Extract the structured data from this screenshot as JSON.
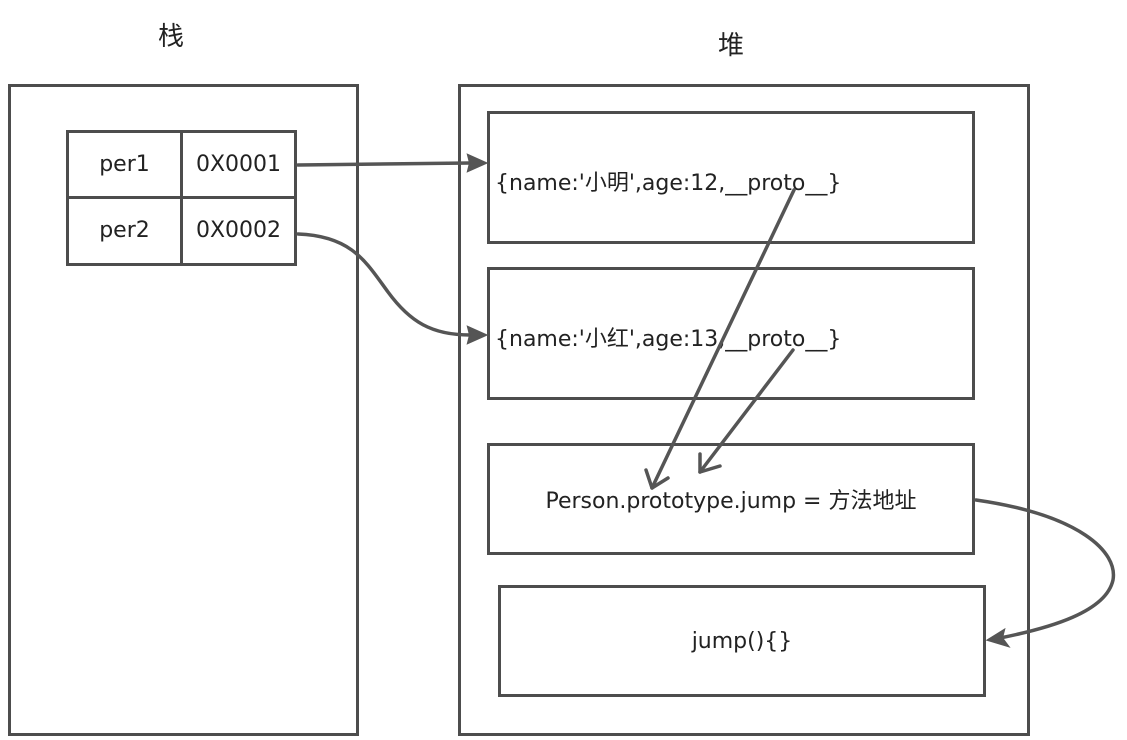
{
  "stack": {
    "title": "栈",
    "rows": [
      {
        "name": "per1",
        "address": "0X0001"
      },
      {
        "name": "per2",
        "address": "0X0002"
      }
    ]
  },
  "heap": {
    "title": "堆",
    "objects": [
      {
        "text": "{name:'小明',age:12,__proto__}"
      },
      {
        "text": "{name:'小红',age:13,__proto__}"
      },
      {
        "text": "Person.prototype.jump = 方法地址"
      },
      {
        "text": "jump(){}"
      }
    ]
  },
  "colors": {
    "line": "#4d4d4d",
    "arrow": "#555555",
    "background": "#ffffff",
    "text": "#222222"
  }
}
